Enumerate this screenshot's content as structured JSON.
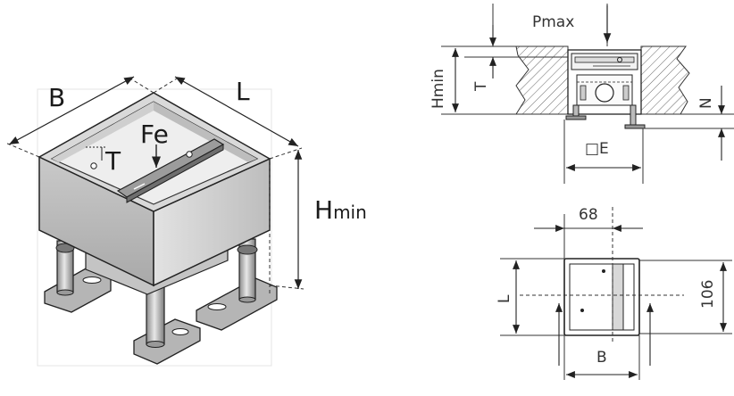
{
  "iso_view": {
    "label_width": "B",
    "label_length": "L",
    "label_fe": "Fe",
    "label_t": "T",
    "label_height": "H",
    "label_height_sub": "min"
  },
  "section_view": {
    "label_pmax": "Pmax",
    "label_hmin": "Hmin",
    "label_t": "T",
    "label_n": "N",
    "label_e": "□E"
  },
  "plan_view": {
    "dim_top": "68",
    "dim_right": "106",
    "label_l": "L",
    "label_b": "B"
  },
  "colors": {
    "box_front": "#b9b9b9",
    "box_right": "#d4d4d4",
    "box_inner": "#e6e6e6",
    "metal": "#9a9a9a",
    "line": "#222222",
    "hatch": "#666666"
  }
}
